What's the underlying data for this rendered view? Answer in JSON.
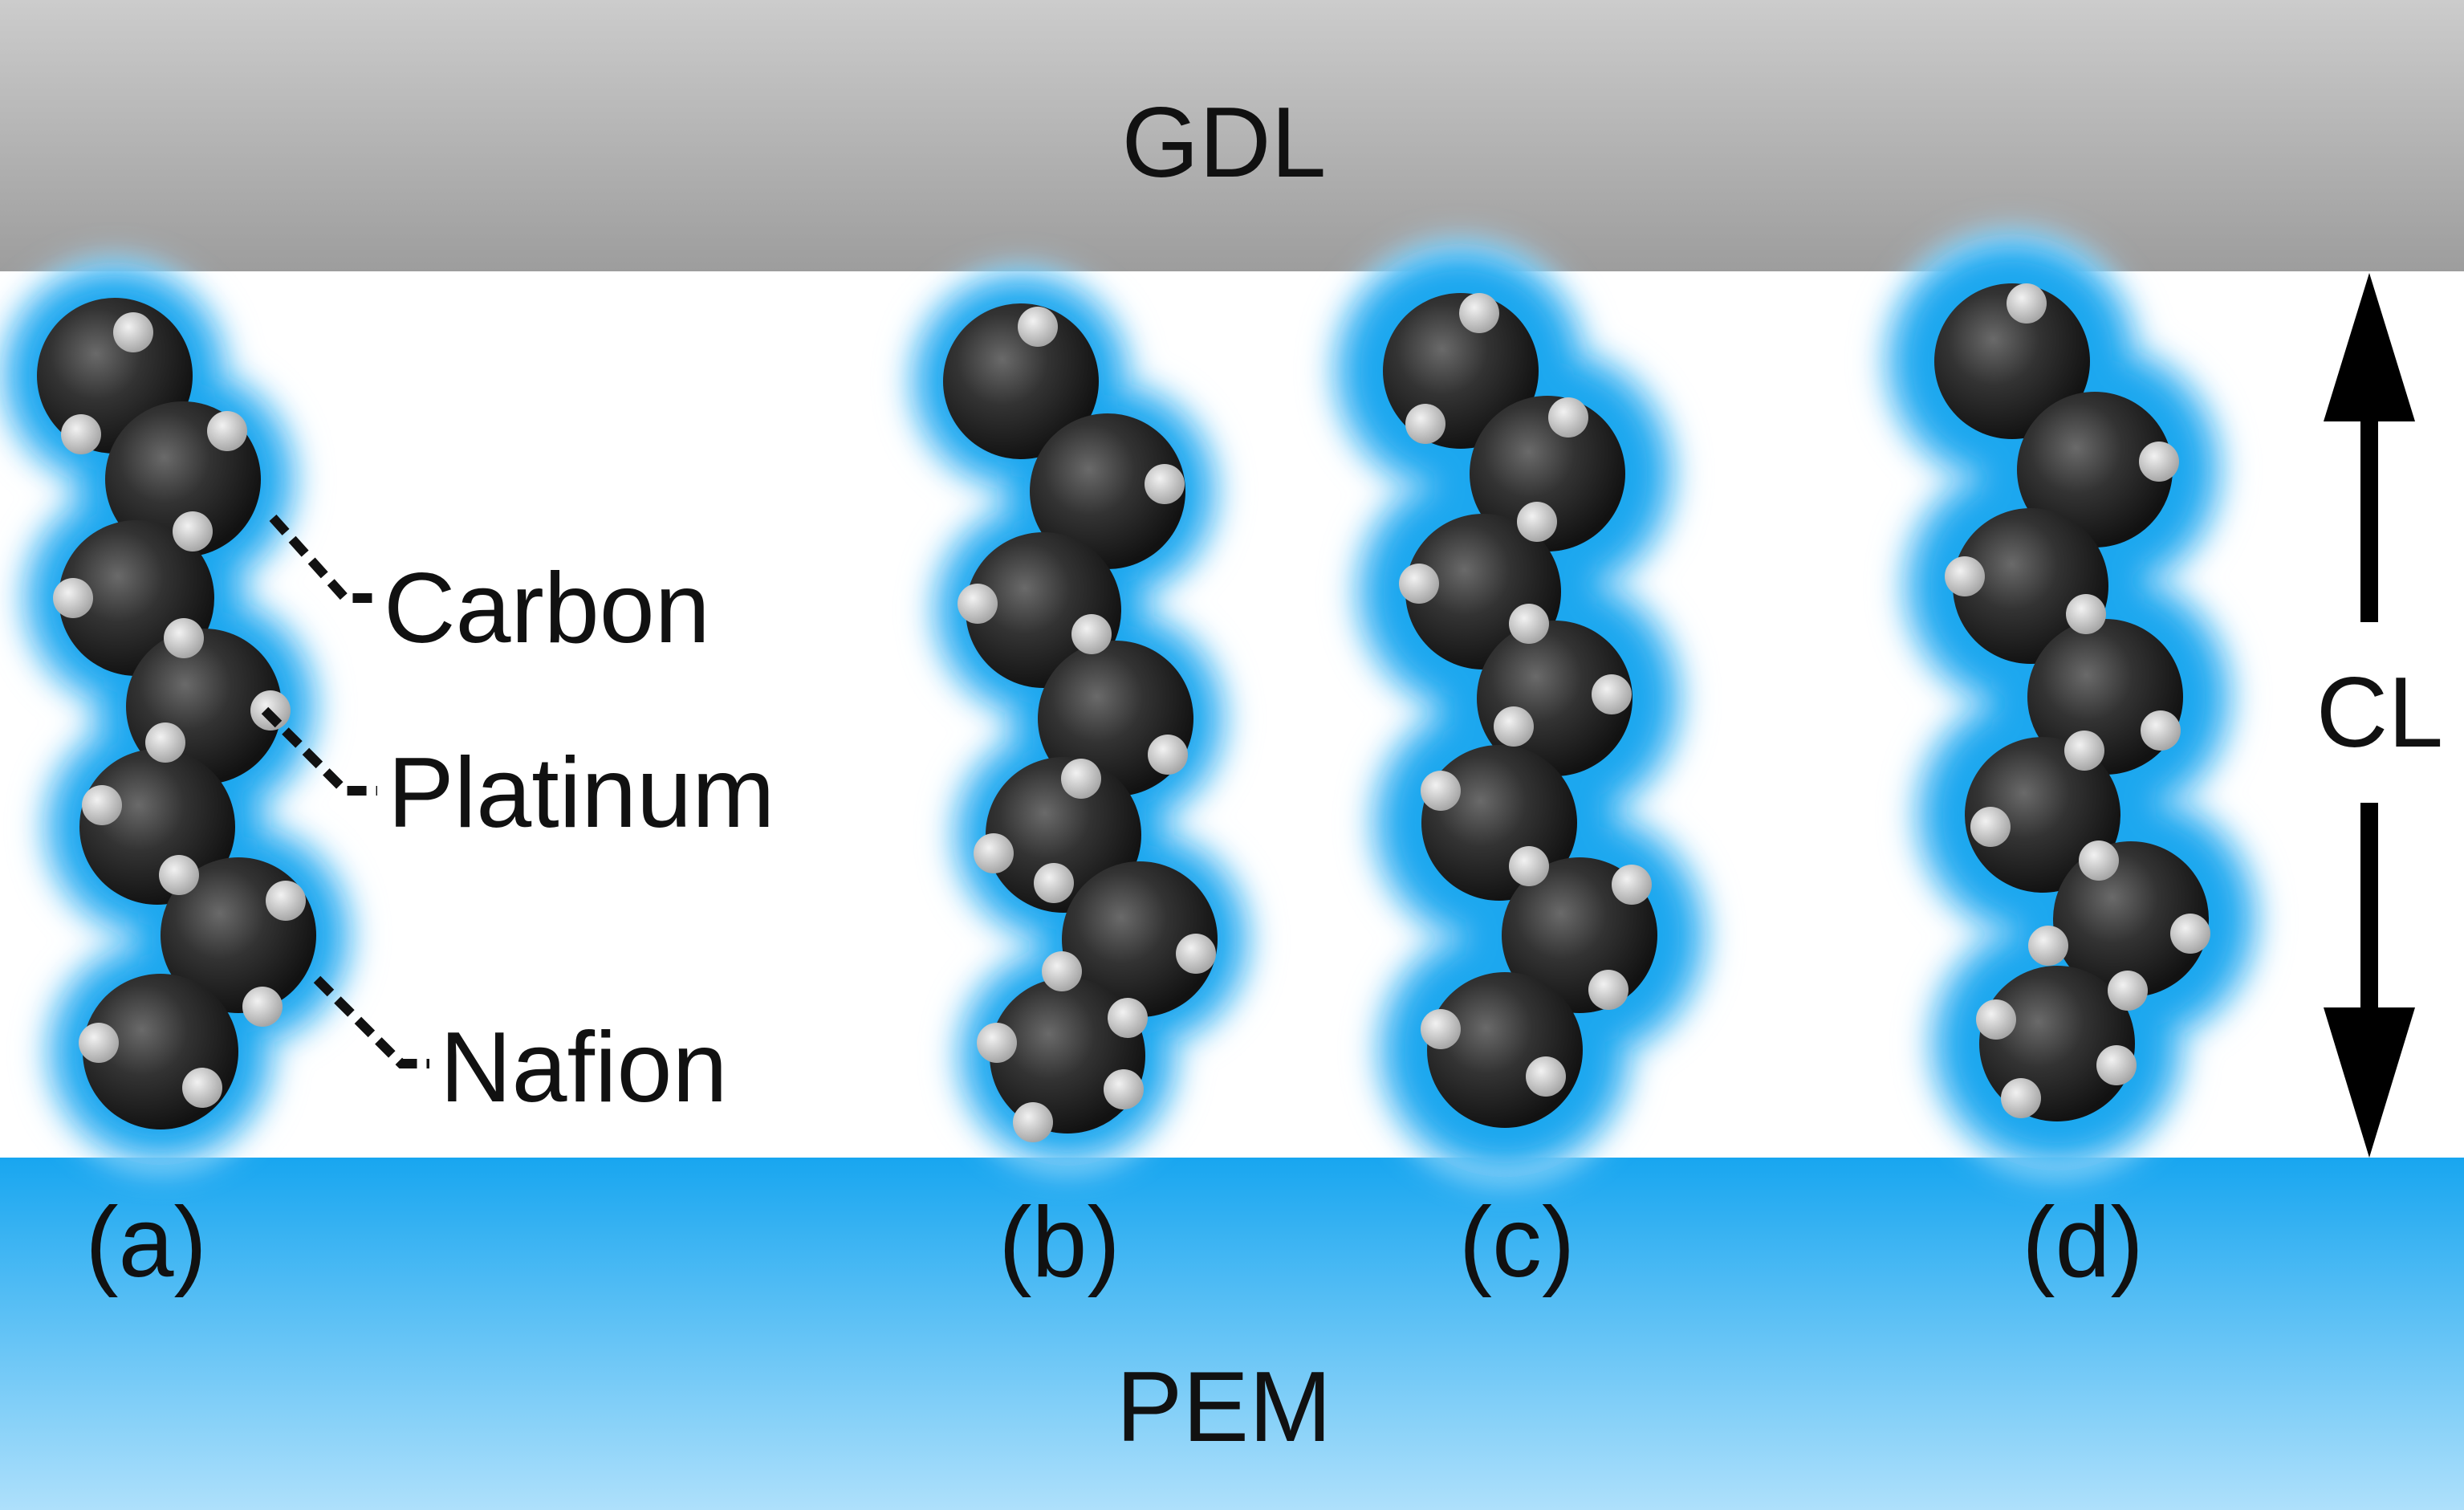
{
  "layers": {
    "top": "GDL",
    "bottom": "PEM",
    "thickness": "CL"
  },
  "callouts": {
    "carbon": "Carbon",
    "platinum": "Platinum",
    "nafion": "Nafion"
  },
  "panels": [
    {
      "id": "a",
      "label": "(a)"
    },
    {
      "id": "b",
      "label": "(b)"
    },
    {
      "id": "c",
      "label": "(c)"
    },
    {
      "id": "d",
      "label": "(d)"
    }
  ],
  "colors": {
    "gdl": "#b3b3b3",
    "nafion": "#1aa7ef",
    "pem": "#1aa7ef",
    "carbon": "#2a2a2a",
    "platinum": "#c8c8c8"
  }
}
